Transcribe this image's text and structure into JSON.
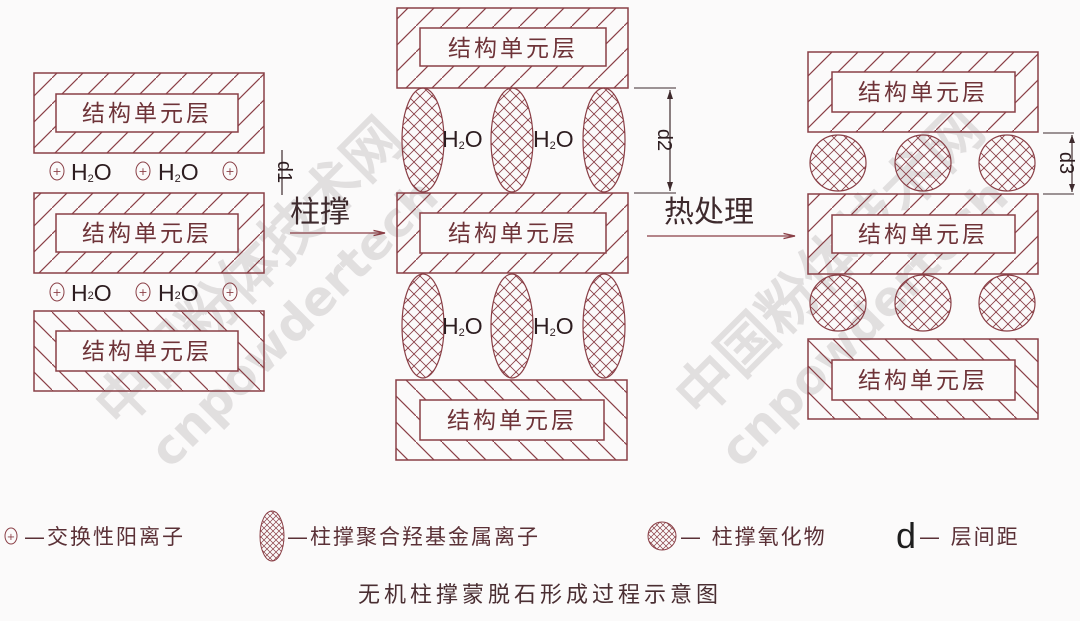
{
  "diagram": {
    "title": "无机柱撑蒙脱石形成过程示意图",
    "colors": {
      "line": "#8a3f46",
      "text": "#5a3036",
      "background": "#fbfafa",
      "watermark": "#d9d6d7"
    },
    "stages": [
      {
        "id": "original",
        "layers": [
          "结构单元层",
          "结构单元层",
          "结构单元层"
        ],
        "interlayer_content": [
          "⊕",
          "H₂O",
          "⊕",
          "H₂O",
          "⊕"
        ],
        "spacing_label": "d1"
      },
      {
        "id": "pillared",
        "layers": [
          "结构单元层",
          "结构单元层",
          "结构单元层"
        ],
        "interlayer_content": [
          "H₂O",
          "H₂O"
        ],
        "pillar_shape": "ellipse",
        "spacing_label": "d2"
      },
      {
        "id": "calcined",
        "layers": [
          "结构单元层",
          "结构单元层",
          "结构单元层"
        ],
        "pillar_shape": "circle",
        "spacing_label": "d3"
      }
    ],
    "arrows": [
      {
        "from": "original",
        "to": "pillared",
        "label": "柱撑"
      },
      {
        "from": "pillared",
        "to": "calcined",
        "label": "热处理"
      }
    ],
    "labels": {
      "layer": "结构单元层",
      "h2o_main": "H",
      "h2o_sub": "2",
      "h2o_tail": "O",
      "d1": "d1",
      "d2": "d2",
      "d3": "d3",
      "arrow1": "柱撑",
      "arrow2": "热处理"
    },
    "legend": [
      {
        "symbol": "exchangeable-cation-icon",
        "text": "—交换性阳离子"
      },
      {
        "symbol": "pillar-ellipse-icon",
        "text": "—柱撑聚合羟基金属离子"
      },
      {
        "symbol": "pillar-circle-icon",
        "text": "— 柱撑氧化物"
      },
      {
        "symbol": "d",
        "text": "— 层间距"
      }
    ],
    "watermarks": [
      "中国粉体技术网",
      "cnpowdertech"
    ]
  }
}
